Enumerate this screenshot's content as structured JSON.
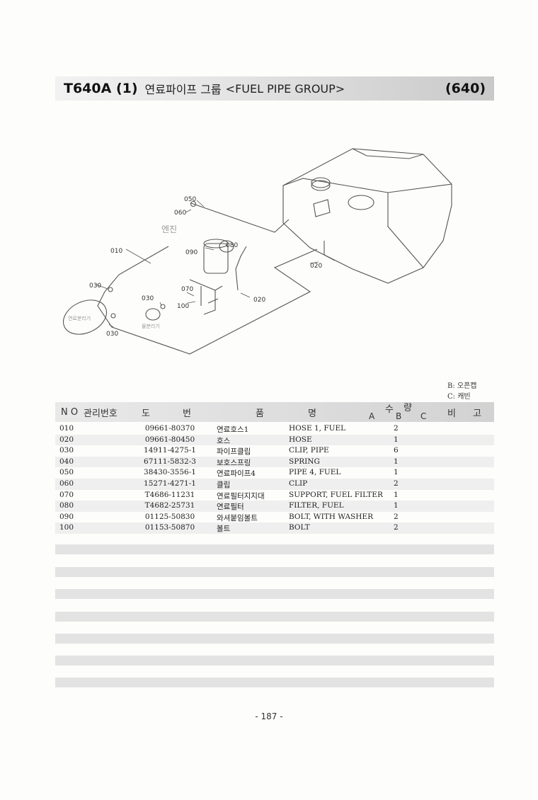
{
  "header": {
    "code": "T640A (1)",
    "group_kor": "연료파이프 그룹",
    "group_eng": "<FUEL PIPE GROUP>",
    "group_no": "(640)"
  },
  "diagram": {
    "callouts": [
      "050",
      "060",
      "010",
      "090",
      "080",
      "030",
      "070",
      "030",
      "100",
      "020",
      "020",
      "030"
    ],
    "label_engine": "엔진",
    "label_sediment": "연료분리기",
    "label_water": "물분리기"
  },
  "legend": {
    "b": "B: 오픈캡",
    "c": "C: 캐빈"
  },
  "table": {
    "headers": {
      "no": "N O",
      "mgmt": "관리번호",
      "drawing_1": "도",
      "drawing_2": "번",
      "name_1": "품",
      "name_2": "명",
      "qty_1": "수",
      "qty_2": "량",
      "col_a": "A",
      "col_b": "B",
      "col_c": "C",
      "remarks_1": "비",
      "remarks_2": "고"
    },
    "rows": [
      {
        "no": "010",
        "part": "09661-80370",
        "kor": "연료호스1",
        "eng": "HOSE 1,  FUEL",
        "qty": "2"
      },
      {
        "no": "020",
        "part": "09661-80450",
        "kor": "호스",
        "eng": "HOSE",
        "qty": "1"
      },
      {
        "no": "030",
        "part": "14911-4275-1",
        "kor": "파이프클립",
        "eng": "CLIP, PIPE",
        "qty": "6"
      },
      {
        "no": "040",
        "part": "67111-5832-3",
        "kor": "보호스프링",
        "eng": "SPRING",
        "qty": "1"
      },
      {
        "no": "050",
        "part": "38430-3556-1",
        "kor": "연료파이프4",
        "eng": "PIPE 4, FUEL",
        "qty": "1"
      },
      {
        "no": "060",
        "part": "15271-4271-1",
        "kor": "클립",
        "eng": "CLIP",
        "qty": "2"
      },
      {
        "no": "070",
        "part": "T4686-11231",
        "kor": "연료필터지지대",
        "eng": "SUPPORT, FUEL FILTER",
        "qty": "1"
      },
      {
        "no": "080",
        "part": "T4682-25731",
        "kor": "연료필터",
        "eng": "FILTER, FUEL",
        "qty": "1"
      },
      {
        "no": "090",
        "part": "01125-50830",
        "kor": "와셔붙임볼트",
        "eng": "BOLT, WITH WASHER",
        "qty": "2"
      },
      {
        "no": "100",
        "part": "01153-50870",
        "kor": "볼트",
        "eng": "BOLT",
        "qty": "2"
      }
    ]
  },
  "footer": {
    "page": "- 187 -"
  }
}
